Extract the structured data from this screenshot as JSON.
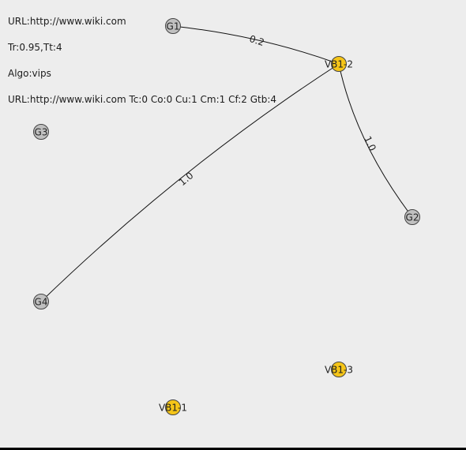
{
  "header": {
    "line1": "URL:http://www.wiki.com",
    "line2": "Tr:0.95,Tt:4",
    "line3": "Algo:vips",
    "line4": "URL:http://www.wiki.com Tc:0 Co:0 Cu:1 Cm:1 Cf:2 Gtb:4"
  },
  "colors": {
    "group_node": "#c0c0c0",
    "block_node": "#f5c518",
    "background": "#ededed"
  },
  "nodes": [
    {
      "id": "G1",
      "label": "G1",
      "kind": "group"
    },
    {
      "id": "G2",
      "label": "G2",
      "kind": "group"
    },
    {
      "id": "G3",
      "label": "G3",
      "kind": "group"
    },
    {
      "id": "G4",
      "label": "G4",
      "kind": "group"
    },
    {
      "id": "VB1-1",
      "label": "VB1-1",
      "kind": "block"
    },
    {
      "id": "VB1-2",
      "label": "VB1-2",
      "kind": "block"
    },
    {
      "id": "VB1-3",
      "label": "VB1-3",
      "kind": "block"
    }
  ],
  "edges": [
    {
      "from": "G1",
      "to": "VB1-2",
      "label": "0.2"
    },
    {
      "from": "VB1-2",
      "to": "G2",
      "label": "1.0"
    },
    {
      "from": "VB1-2",
      "to": "G4",
      "label": "1.0"
    }
  ]
}
